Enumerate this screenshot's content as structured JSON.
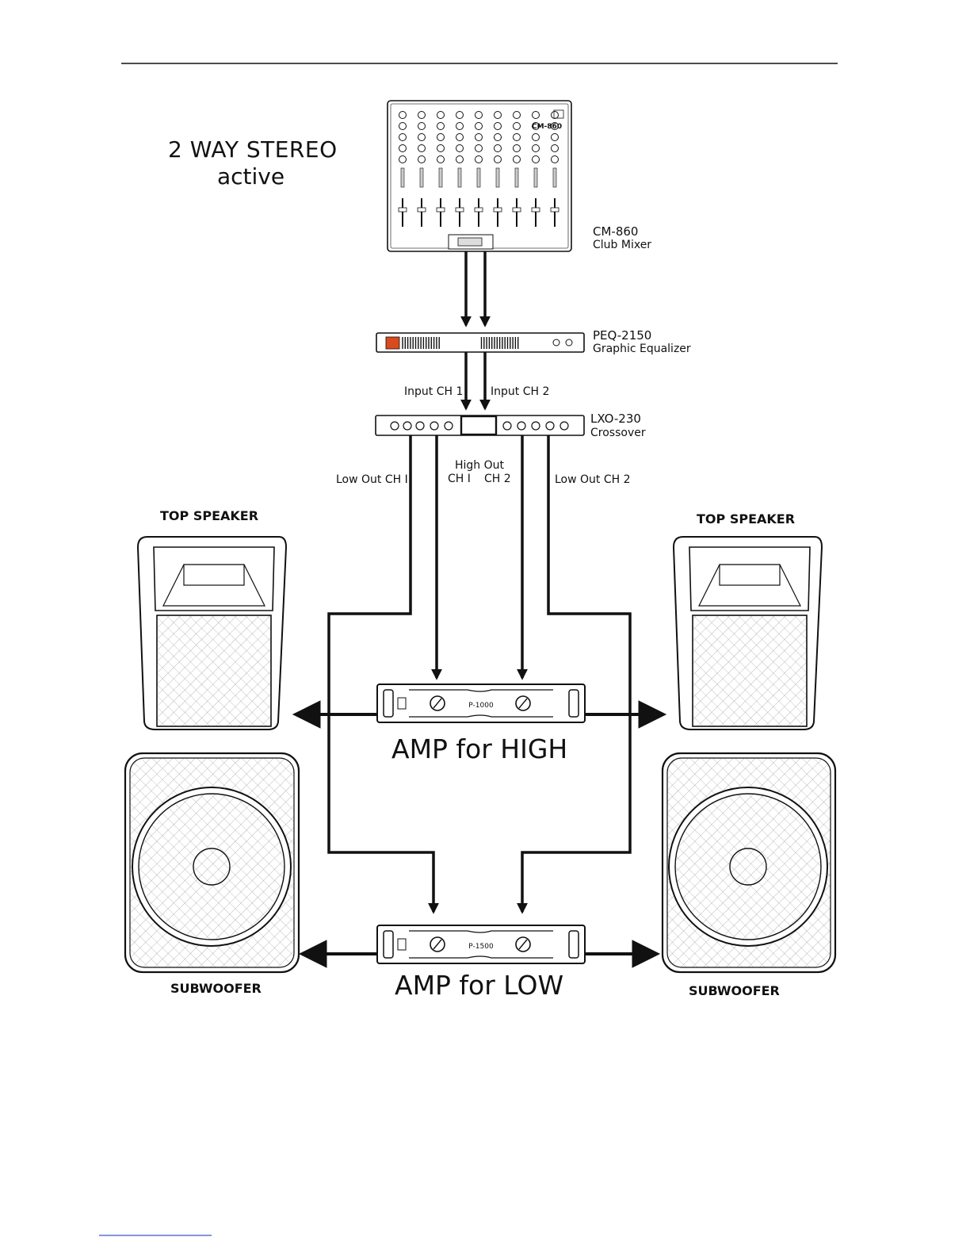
{
  "title": {
    "line1": "2 WAY STEREO",
    "line2": "active"
  },
  "mixer": {
    "model": "CM-860",
    "desc": "Club Mixer",
    "badge": "CM-860"
  },
  "equalizer": {
    "model": "PEQ-2150",
    "desc": "Graphic Equalizer"
  },
  "crossover": {
    "model": "LXO-230",
    "desc": "Crossover"
  },
  "signals": {
    "input_ch1": "Input CH 1",
    "input_ch2": "Input CH 2",
    "low_out_ch1": "Low Out CH I",
    "low_out_ch2": "Low Out CH 2",
    "high_out": "High Out",
    "high_ch1": "CH I",
    "high_ch2": "CH 2"
  },
  "speakers": {
    "top_left": "TOP SPEAKER",
    "top_right": "TOP SPEAKER",
    "sub_left": "SUBWOOFER",
    "sub_right": "SUBWOOFER"
  },
  "amps": {
    "high": {
      "label": "AMP for HIGH",
      "model": "P-1000"
    },
    "low": {
      "label": "AMP for LOW",
      "model": "P-1500"
    }
  },
  "colors": {
    "line": "#111111",
    "fill": "#ffffff",
    "accent": "#d94a1e"
  }
}
